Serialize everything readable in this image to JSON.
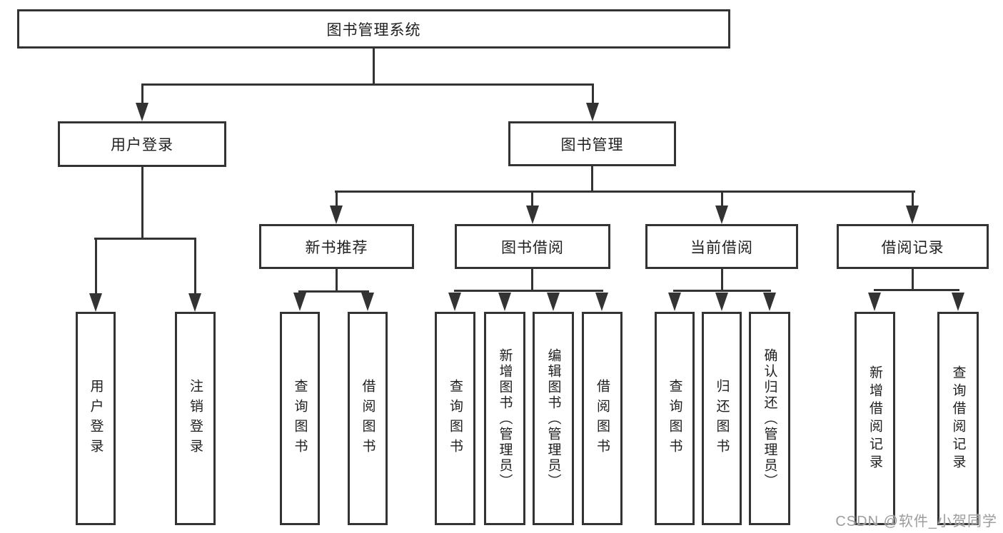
{
  "tree": {
    "root": "图书管理系统",
    "user_login": {
      "label": "用户登录",
      "children": [
        "用户登录",
        "注销登录"
      ]
    },
    "book_management": {
      "label": "图书管理",
      "sections": [
        {
          "label": "新书推荐",
          "children": [
            "查询图书",
            "借阅图书"
          ]
        },
        {
          "label": "图书借阅",
          "children": [
            "查询图书",
            "新增图书（管理员）",
            "编辑图书（管理员）",
            "借阅图书"
          ]
        },
        {
          "label": "当前借阅",
          "children": [
            "查询图书",
            "归还图书",
            "确认归还（管理员）"
          ]
        },
        {
          "label": "借阅记录",
          "children": [
            "新增借阅记录",
            "查询借阅记录"
          ]
        }
      ]
    }
  },
  "watermark": "CSDN @软件_小贺同学",
  "colors": {
    "line": "#333333",
    "text": "#1f1f1f",
    "background": "#ffffff",
    "watermark": "#9c9c9c"
  }
}
